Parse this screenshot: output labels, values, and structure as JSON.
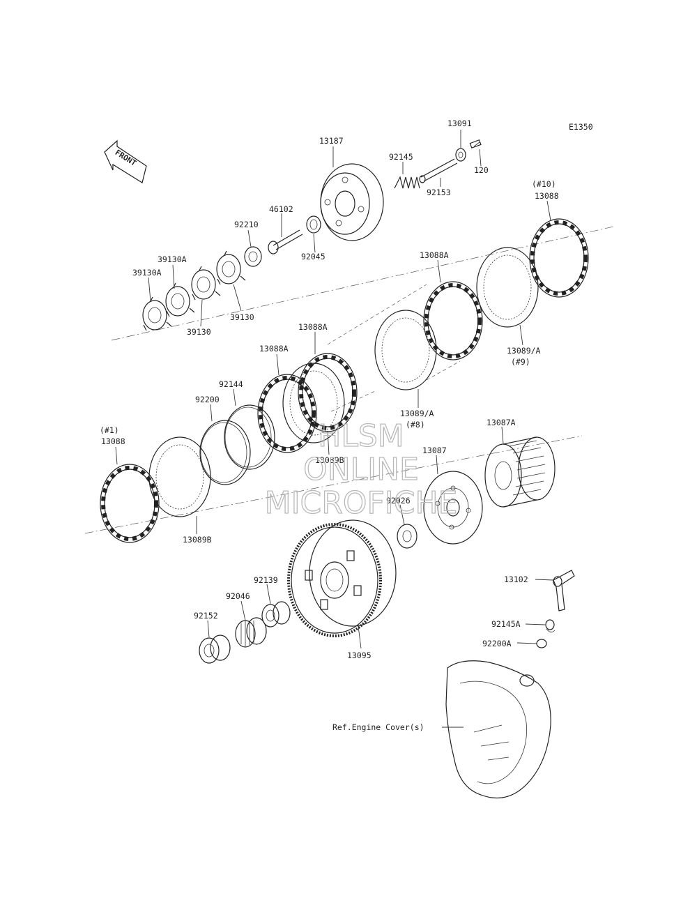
{
  "sheet_code": "E1350",
  "front_arrow_label": "FRONT",
  "labels": {
    "p13091": "13091",
    "p120": "120",
    "p13187": "13187",
    "p92145": "92145",
    "p92153": "92153",
    "p46102": "46102",
    "p92210": "92210",
    "p92045": "92045",
    "p39130A_1": "39130A",
    "p39130A_2": "39130A",
    "p39130_1": "39130",
    "p39130_2": "39130",
    "p10_ref": "(#10)",
    "p13088_top": "13088",
    "p13088A_1": "13088A",
    "p13088A_2": "13088A",
    "p13088A_3": "13088A",
    "p13089A_1": "13089/A",
    "p9_ref": "(#9)",
    "p13089A_2": "13089/A",
    "p8_ref": "(#8)",
    "p92144": "92144",
    "p92200": "92200",
    "p1_ref": "(#1)",
    "p13088_left": "13088",
    "p13089B_1": "13089B",
    "p13089B_2": "13089B",
    "p13087A": "13087A",
    "p13087": "13087",
    "p92026": "92026",
    "p92139": "92139",
    "p92046": "92046",
    "p92152": "92152",
    "p13095": "13095",
    "p13102": "13102",
    "p92145A": "92145A",
    "p92200A": "92200A",
    "ref_cover": "Ref.Engine Cover(s)"
  },
  "watermark": {
    "line1": "HLSM",
    "line2": "ONLINE",
    "line3": "MICROFICHE"
  }
}
